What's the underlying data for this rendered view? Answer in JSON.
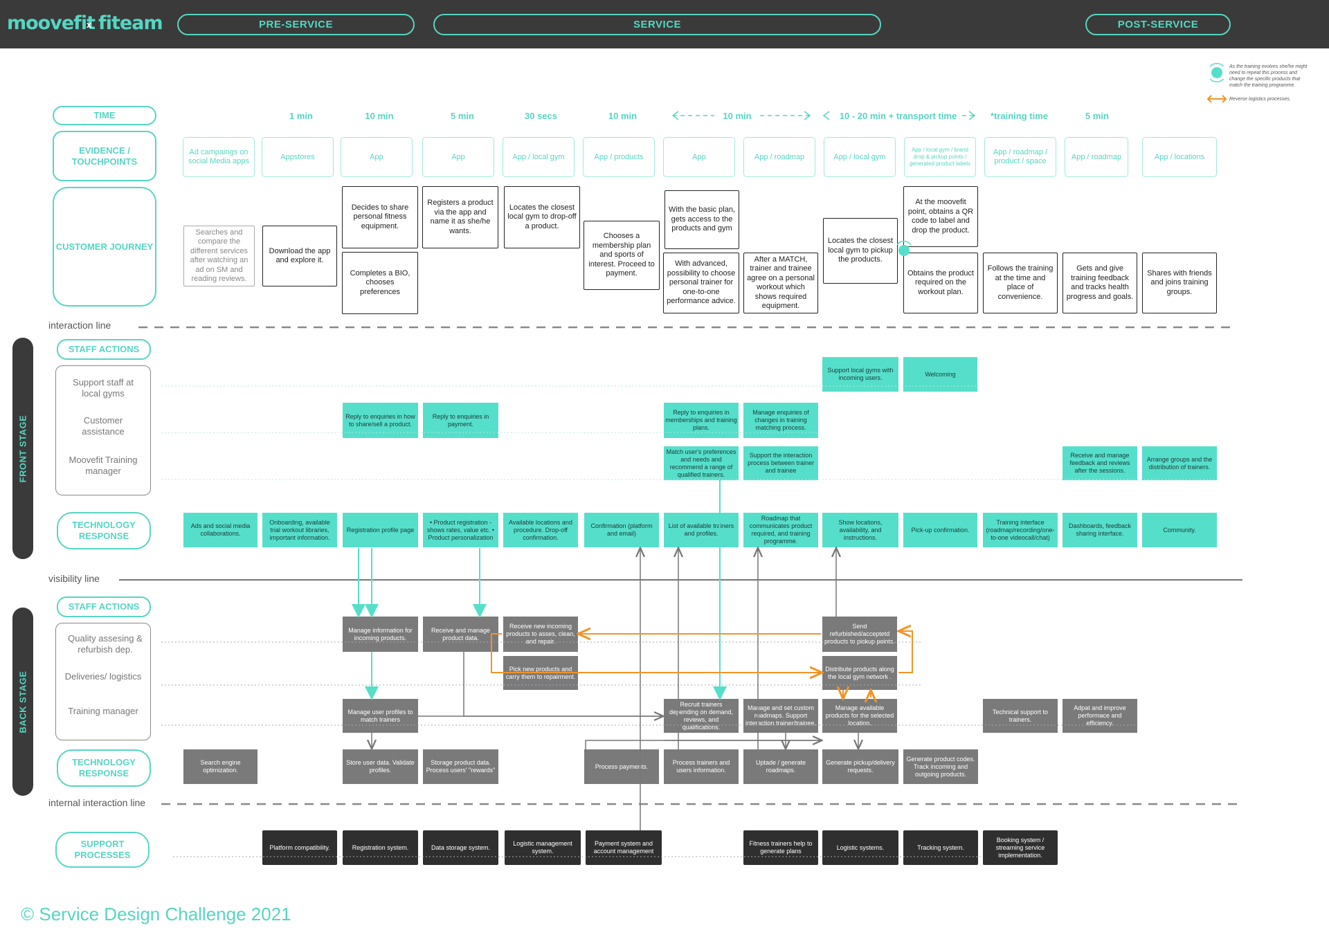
{
  "header": {
    "logo_left": "moovefit",
    "logo_sep": "x",
    "logo_right": "fiteam",
    "phases": [
      "PRE-SERVICE",
      "SERVICE",
      "POST-SERVICE"
    ]
  },
  "legend": {
    "repeat_text": "As the training evolves she/he might need to repeat this process and change the specific products that match the training programme.",
    "reverse_text": "Reverse logistics processes."
  },
  "rows": {
    "time": "TIME",
    "evidence": "EVIDENCE / TOUCHPOINTS",
    "journey": "CUSTOMER JOURNEY",
    "interaction_line": "interaction line",
    "staff_actions_front": "STAFF ACTIONS",
    "lane_support": "Support staff at local gyms",
    "lane_customer": "Customer assistance",
    "lane_trainer_mgr": "Moovefit Training manager",
    "tech_front": "TECHNOLOGY RESPONSE",
    "front_stage": "FRONT STAGE",
    "visibility_line": "visibility line",
    "staff_actions_back": "STAFF ACTIONS",
    "lane_quality": "Quality assesing & refurbish dep.",
    "lane_deliveries": "Deliveries/ logistics",
    "lane_training": "Training manager",
    "tech_back": "TECHNOLOGY RESPONSE",
    "back_stage": "BACK STAGE",
    "internal_line": "internal interaction line",
    "support": "SUPPORT PROCESSES"
  },
  "times": [
    "1 min",
    "10 min",
    "5 min",
    "30 secs",
    "10 min",
    "10 min",
    "10 - 20 min + transport time",
    "*training time",
    "5 min"
  ],
  "touchpoints": [
    "Ad campaings on social Media apps",
    "Appstores",
    "App",
    "App",
    "App / local gym",
    "App / products",
    "App",
    "App / roadmap",
    "App / local gym",
    "App / local gym / brand drop & pickup points / generated product labels",
    "App / roadmap / product / space",
    "App / roadmap",
    "App / locations"
  ],
  "journey": {
    "searches": "Searches and compare the different services after watching an ad on SM and reading reviews.",
    "download": "Download the app and explore it.",
    "decides": "Decides to share personal fitness equipment.",
    "completes": "Completes a BIO, chooses preferences",
    "registers": "Registers a product via the app and name it as she/he wants.",
    "locates1": "Locates the closest local gym to drop-off a product.",
    "chooses": "Chooses a membership plan and sports of interest. Proceed to payment.",
    "basic": "With the basic plan, gets access to the products and gym",
    "advanced": "With advanced, possibility to choose personal trainer for one-to-one performance advice.",
    "match": "After a MATCH, trainer and trainee agree on a personal workout which shows required equipment.",
    "locates2": "Locates the closest local gym to pickup the products.",
    "qr": "At the moovefit point, obtains a QR code to label and drop the product.",
    "obtains": "Obtains the product required on the workout plan.",
    "follows": "Follows the training at the time and place of convenience.",
    "feedback": "Gets and give training feedback and tracks health progress and goals.",
    "shares": "Shares with friends and joins training groups."
  },
  "front_staff": {
    "support_gyms": "Support local gyms with incoming users.",
    "welcoming": "Welcoming",
    "reply_share": "Reply to enquiries in how to share/sell a product.",
    "reply_payment": "Reply to enquiries in payment.",
    "reply_membership": "Reply to enquiries in memberships and training plans.",
    "manage_changes": "Manage enquiries of changes in training matching process.",
    "match_prefs": "Match user's preferences and needs and recommend a range of qualified trainers.",
    "support_interaction": "Support the interaction process between trainer and trainee",
    "receive_feedback": "Receive and manage feedback and reviews after the sessions.",
    "arrange_groups": "Arrange groups and the distribution of trainers."
  },
  "tech_front": [
    "Ads and social media collaborations.",
    "Onboarding, available trial workout libraries, important information.",
    "Registration profile page",
    "• Product registration - shows rates, value etc. • Product personalization",
    "Available locations and procedure. Drop-off confirmation.",
    "Confirmation (platform and email)",
    "List of available trainers and profiles.",
    "Roadmap that communicates product required, and training programme.",
    "Show locations, availability, and instructions.",
    "Pick-up confirmation.",
    "Training interface (roadmap/recording/one-to-one videocall/chat)",
    "Dashboards, feedback sharing interface.",
    "Community."
  ],
  "back_staff": {
    "manage_info": "Manage information for incoming products.",
    "receive_data": "Receive and manage product data.",
    "receive_new": "Receive new incoming products to asses, clean, and repair.",
    "send_refurb": "Send refurbished/acceptetd products to pickup points.",
    "pick_new": "Pick new products and carry them to repairment.",
    "distribute": "Distribute products along the local gym network .",
    "manage_profiles": "Manage user profiles to match trainers",
    "recruit": "Recruit trainers depending on demand, reviews, and qualifications.",
    "manage_roadmaps": "Manage and set custom roadmaps. Support interaction trainer/trainee.",
    "manage_available": "Manage available products for the selected location.",
    "tech_support": "Technical support to trainers.",
    "adapt": "Adpat and improve performace and efficiency."
  },
  "tech_back": {
    "seo": "Search engine optimization.",
    "store": "Store user data. Validate profiles.",
    "storage": "Storage product data. Process users' \"rewards\"",
    "payments": "Process payments.",
    "process_trainers": "Process trainers and users information.",
    "update": "Uptade / generate roadmaps.",
    "generate_pickup": "Generate pickup/delivery requests.",
    "generate_codes": "Generate product codes. Track incoming and outgoing products."
  },
  "support": [
    "Platform compatibility.",
    "Registration system.",
    "Data storage system.",
    "Logistic management system.",
    "Payment system and account management",
    "Fitness trainers help to generate plans",
    "Logistic systems.",
    "Tracking system.",
    "Booking system / streaming service implementation."
  ],
  "footer": "© Service Design Challenge 2021",
  "colors": {
    "teal": "#55dfcb",
    "dark": "#3a3a3a",
    "grey_box": "#7a7a7a",
    "orange": "#f39325"
  }
}
